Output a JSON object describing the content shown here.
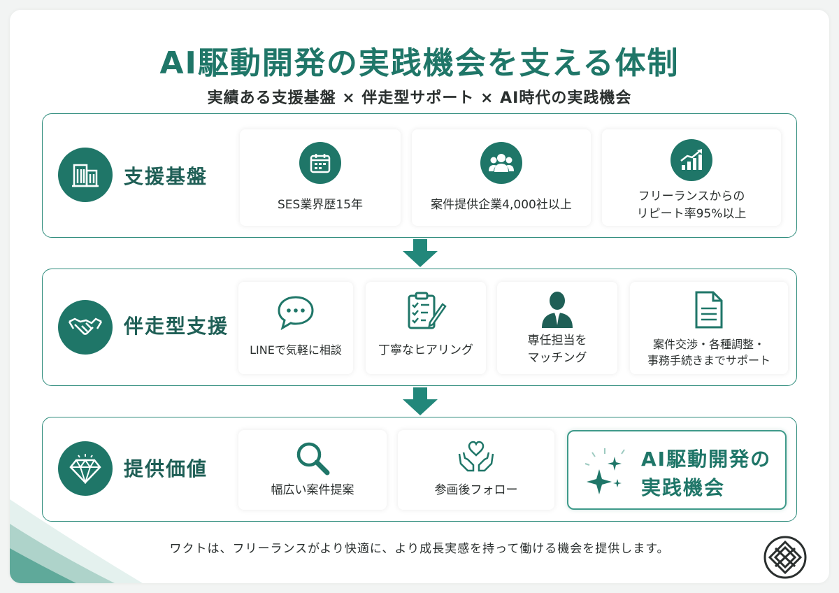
{
  "title": "AI駆動開発の実践機会を支える体制",
  "subtitle": "実績ある支援基盤 × 伴走型サポート × AI時代の実践機会",
  "sections": [
    {
      "label": "支援基盤",
      "icon": "building-icon",
      "cards": [
        {
          "icon": "calendar-icon",
          "text": "SES業界歴15年"
        },
        {
          "icon": "people-icon",
          "text": "案件提供企業4,000社以上"
        },
        {
          "icon": "growth-chart-icon",
          "text": "フリーランスからの\nリピート率95%以上"
        }
      ]
    },
    {
      "label": "伴走型支援",
      "icon": "handshake-icon",
      "cards": [
        {
          "icon": "chat-bubble-icon",
          "text": "LINEで気軽に相談"
        },
        {
          "icon": "clipboard-icon",
          "text": "丁寧なヒアリング"
        },
        {
          "icon": "person-icon",
          "text": "専任担当を\nマッチング"
        },
        {
          "icon": "document-icon",
          "text": "案件交渉・各種調整・\n事務手続きまでサポート"
        }
      ]
    },
    {
      "label": "提供価値",
      "icon": "diamond-icon",
      "cards": [
        {
          "icon": "magnifier-icon",
          "text": "幅広い案件提案"
        },
        {
          "icon": "heart-hands-icon",
          "text": "参画後フォロー"
        }
      ],
      "highlight": {
        "icon": "sparkle-icon",
        "text": "AI駆動開発の\n実践機会"
      }
    }
  ],
  "footer": "ワクトは、フリーランスがより快適に、より成長実感を持って働ける機会を提供します。",
  "colors": {
    "primary": "#1f7668",
    "border": "#2e8c7c",
    "arrow": "#22877a"
  }
}
